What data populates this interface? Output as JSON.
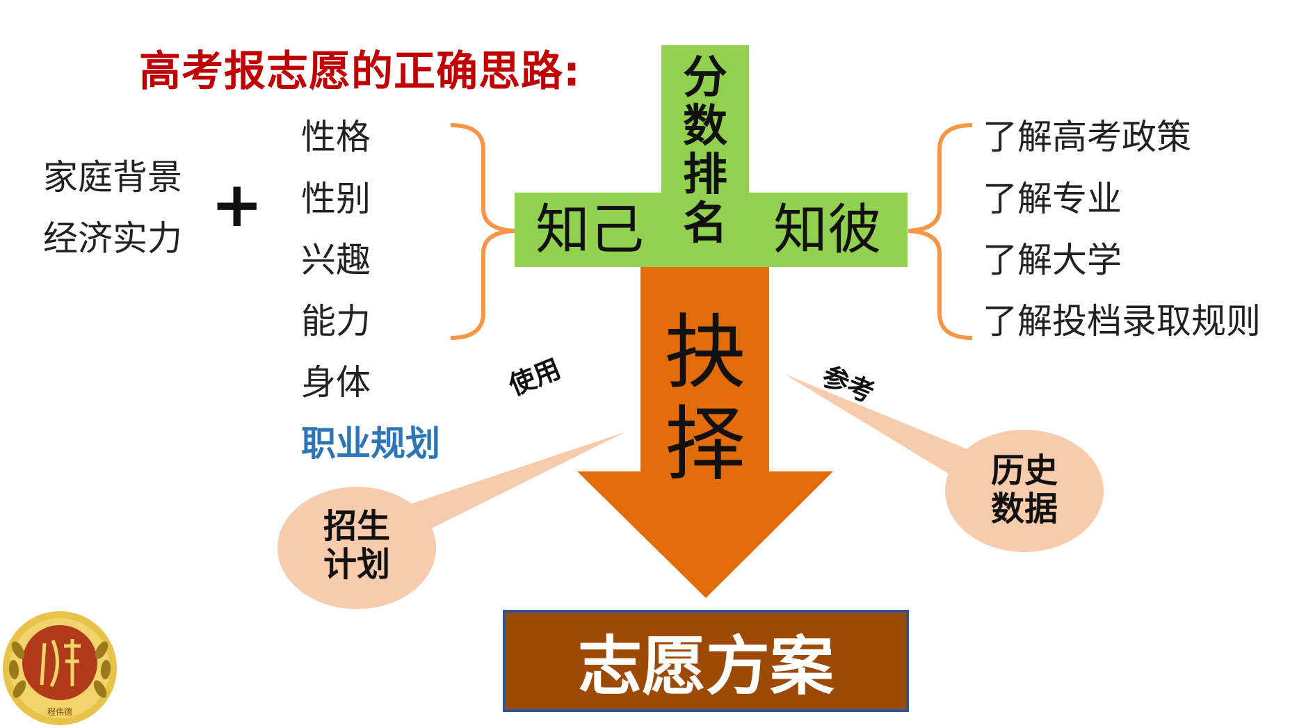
{
  "title": "高考报志愿的正确思路:",
  "left": {
    "line1": "家庭背景",
    "line2": "经济实力",
    "plus": "+"
  },
  "traits": [
    "性格",
    "性别",
    "兴趣",
    "能力",
    "身体"
  ],
  "career_plan": "职业规划",
  "cross": {
    "left_label": "知己",
    "right_label": "知彼",
    "center_chars": [
      "分",
      "数",
      "排",
      "名"
    ]
  },
  "right_items": [
    "了解高考政策",
    "了解专业",
    "了解大学",
    "了解投档录取规则"
  ],
  "arrow": {
    "chars": [
      "抉",
      "择"
    ]
  },
  "labels": {
    "use": "使用",
    "refer": "参考"
  },
  "bubbles": {
    "left": [
      "招生",
      "计划"
    ],
    "right": [
      "历史",
      "数据"
    ]
  },
  "result": "志愿方案",
  "logo": {
    "text": "程伟德",
    "icon": "emblem-logo-icon"
  },
  "colors": {
    "title": "#c00000",
    "green": "#92d050",
    "arrow": "#e26b0a",
    "bracket": "#f79646",
    "bubble": "#f8cbad",
    "result_box": "#9c4a06",
    "result_border": "#2f5597",
    "career": "#2e75b6"
  }
}
